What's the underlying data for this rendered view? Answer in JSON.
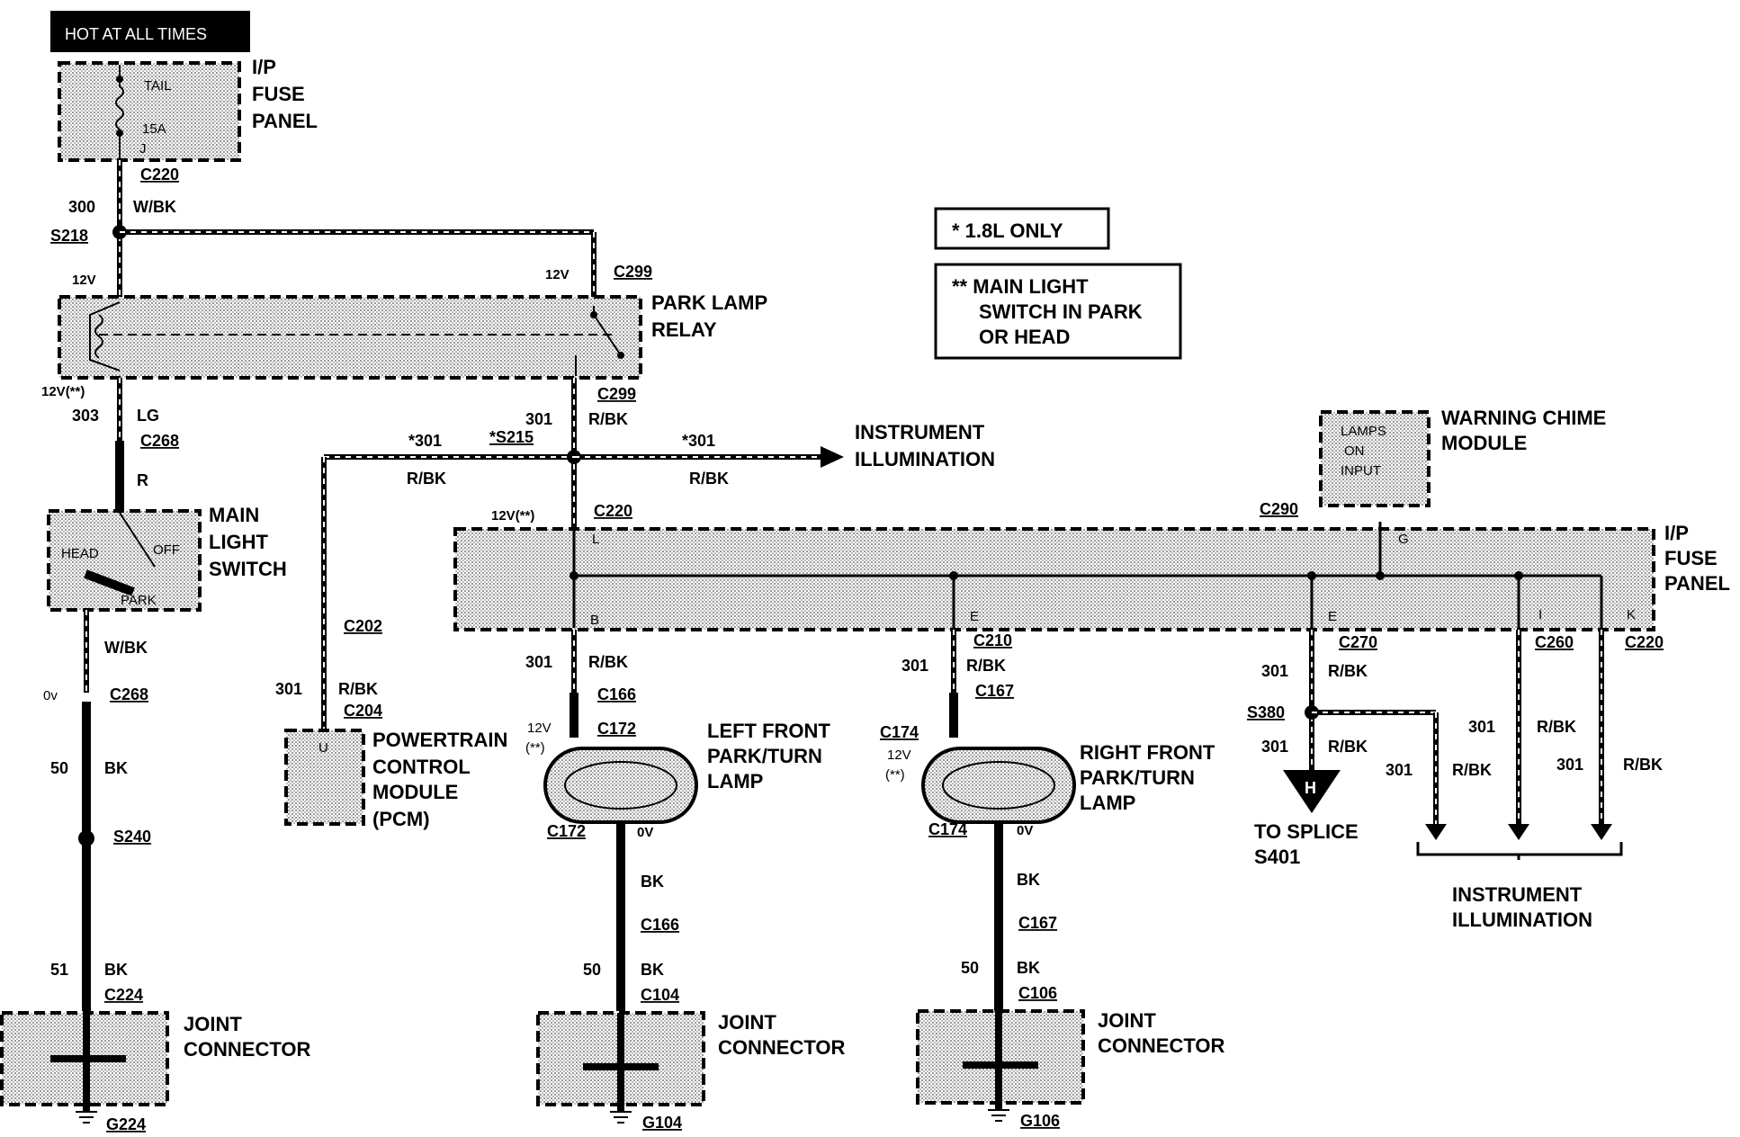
{
  "header": {
    "label": "HOT AT ALL TIMES"
  },
  "legend": {
    "note1": "* 1.8L ONLY",
    "note2_l1": "** MAIN LIGHT",
    "note2_l2": "SWITCH IN PARK",
    "note2_l3": "OR HEAD"
  },
  "fuse_panel_top": {
    "l1": "I/P",
    "l2": "FUSE",
    "l3": "PANEL",
    "fuse_name": "TAIL",
    "fuse_rating": "15A",
    "pin": "J"
  },
  "fuse_panel_main": {
    "l1": "I/P",
    "l2": "FUSE",
    "l3": "PANEL"
  },
  "relay": {
    "l1": "PARK LAMP",
    "l2": "RELAY"
  },
  "switch": {
    "l1": "MAIN",
    "l2": "LIGHT",
    "l3": "SWITCH",
    "head": "HEAD",
    "off": "OFF",
    "park": "PARK"
  },
  "pcm": {
    "l1": "POWERTRAIN",
    "l2": "CONTROL",
    "l3": "MODULE",
    "l4": "(PCM)",
    "pin": "U"
  },
  "chime": {
    "l1": "WARNING CHIME",
    "l2": "MODULE",
    "i1": "LAMPS",
    "i2": "ON",
    "i3": "INPUT"
  },
  "lf_lamp": {
    "l1": "LEFT FRONT",
    "l2": "PARK/TURN",
    "l3": "LAMP"
  },
  "rf_lamp": {
    "l1": "RIGHT FRONT",
    "l2": "PARK/TURN",
    "l3": "LAMP"
  },
  "joint": {
    "l1": "JOINT",
    "l2": "CONNECTOR"
  },
  "inst": {
    "l1": "INSTRUMENT",
    "l2": "ILLUMINATION"
  },
  "splice_to": {
    "l1": "TO SPLICE",
    "l2": "S401",
    "tag": "H"
  },
  "connectors": {
    "c220": "C220",
    "c299": "C299",
    "c268": "C268",
    "c202": "C202",
    "c204": "C204",
    "c166": "C166",
    "c172": "C172",
    "c174": "C174",
    "c167": "C167",
    "c210": "C210",
    "c270": "C270",
    "c260": "C260",
    "c290": "C290",
    "c224": "C224",
    "c104": "C104",
    "c106": "C106"
  },
  "splices": {
    "s218": "S218",
    "s215": "*S215",
    "s240": "S240",
    "s380": "S380"
  },
  "grounds": {
    "g224": "G224",
    "g104": "G104",
    "g106": "G106"
  },
  "circuits": {
    "c300": "300",
    "c303": "303",
    "c301": "301",
    "c301s": "*301",
    "c50": "50",
    "c51": "51"
  },
  "colors": {
    "wbk": "W/BK",
    "lg": "LG",
    "r": "R",
    "rbk": "R/BK",
    "bk": "BK"
  },
  "voltages": {
    "v12": "12V",
    "v12s": "12V(**)",
    "v12ss": "(**)",
    "v0": "0V",
    "v0u": "0v"
  },
  "pins": {
    "l": "L",
    "b": "B",
    "e": "E",
    "i": "I",
    "k": "K",
    "g": "G"
  }
}
